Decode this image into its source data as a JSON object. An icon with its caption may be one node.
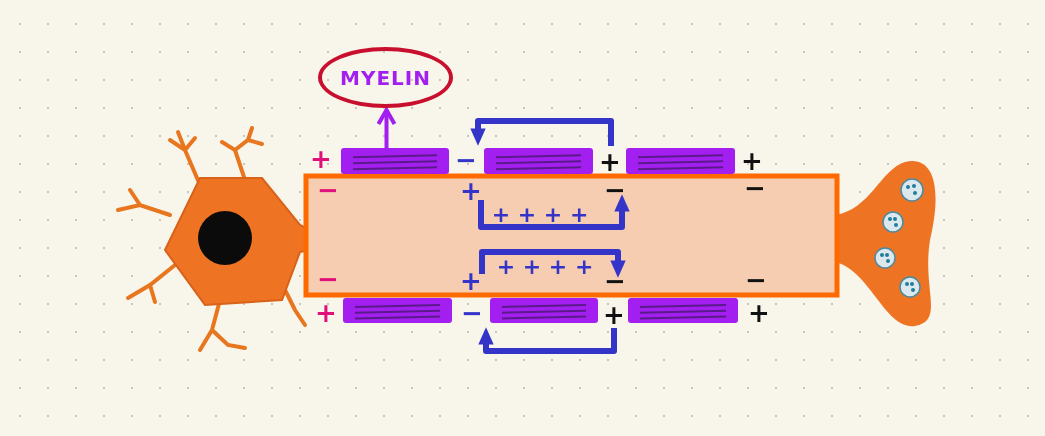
{
  "diagram": {
    "nodes": [
      {
        "text": [
          "MYELIN"
        ]
      },
      {
        "text": [],
        "shape": "bar"
      },
      {
        "text": [],
        "shape": "bar"
      },
      {
        "text": [],
        "shape": "bar"
      },
      {
        "text": [],
        "shape": "bar"
      },
      {
        "text": [],
        "shape": "bar"
      },
      {
        "text": [],
        "shape": "bar"
      }
    ],
    "edges": [
      {
        "from": 1,
        "to": 0,
        "arrow": "to"
      }
    ],
    "labels": [
      "+",
      "−",
      "+",
      "+",
      "−",
      "+",
      "−",
      "−",
      "+ + + +",
      "+ + + +",
      "−",
      "+",
      "−",
      "−",
      "+",
      "−",
      "+",
      "+"
    ]
  }
}
